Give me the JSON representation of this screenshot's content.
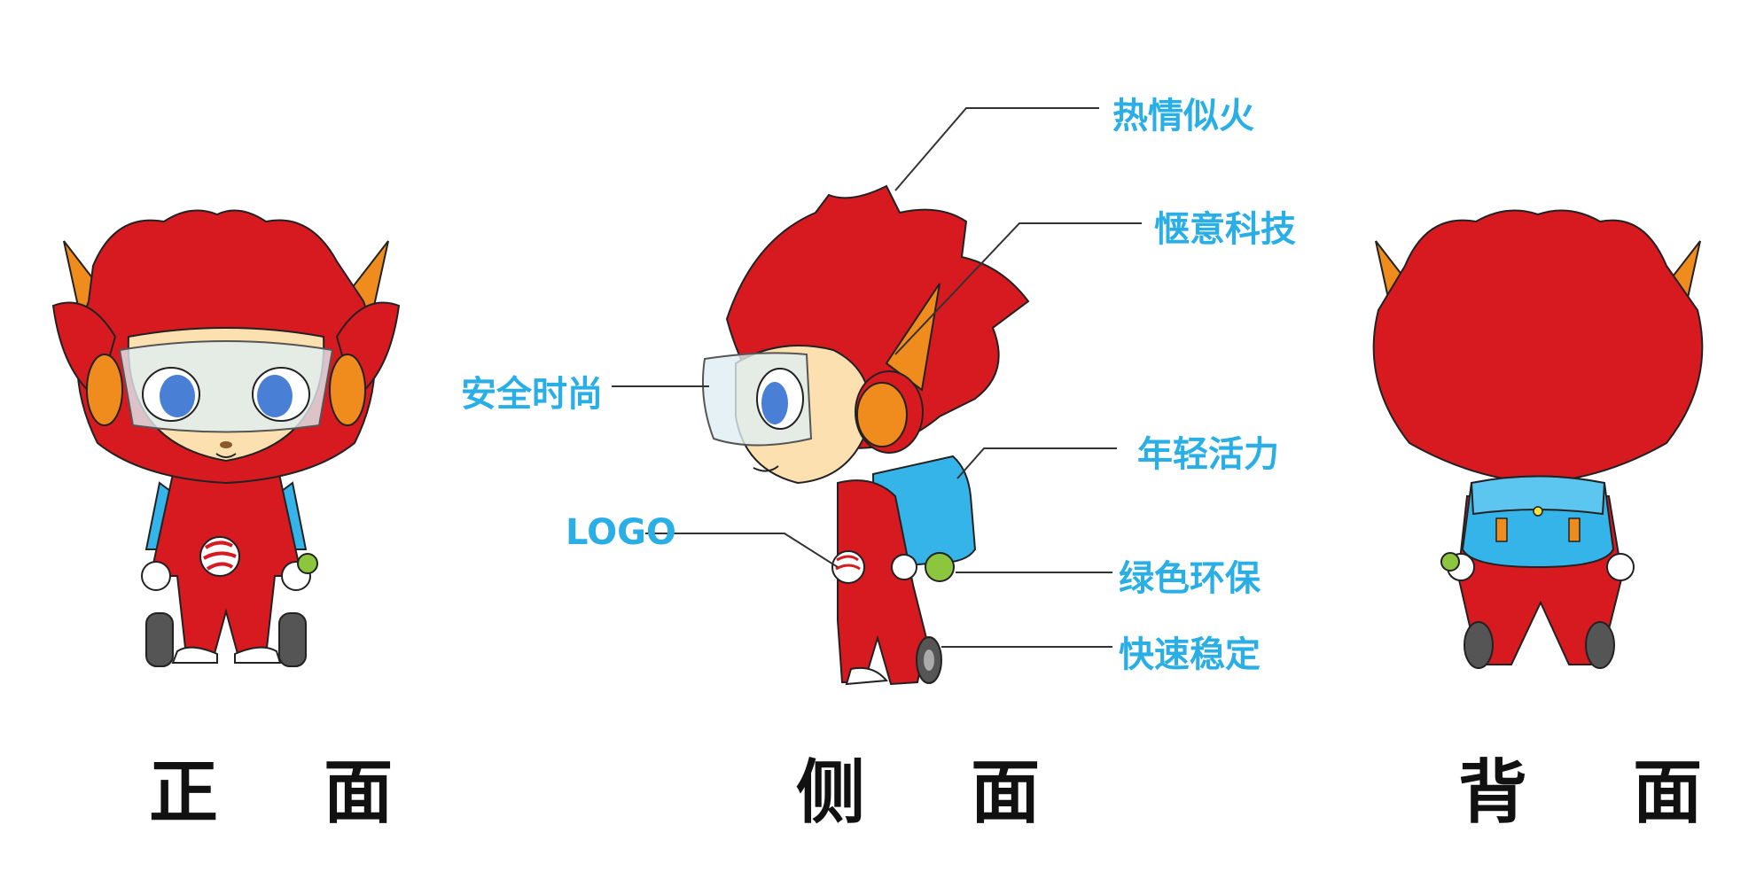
{
  "views": {
    "front": "正 面",
    "side": "侧 面",
    "back": "背 面"
  },
  "callouts": {
    "passion": "热情似火",
    "tech": "惬意科技",
    "safety": "安全时尚",
    "youth": "年轻活力",
    "logo": "LOGO",
    "green": "绿色环保",
    "speed": "快速稳定"
  },
  "colors": {
    "mascot_red": "#d71920",
    "accent_orange": "#f08c1e",
    "skin": "#fde0b0",
    "backpack_blue": "#35b4ea",
    "callout_text": "#29aee6",
    "wheel_grey": "#555555",
    "green_ball": "#8cc63f"
  }
}
